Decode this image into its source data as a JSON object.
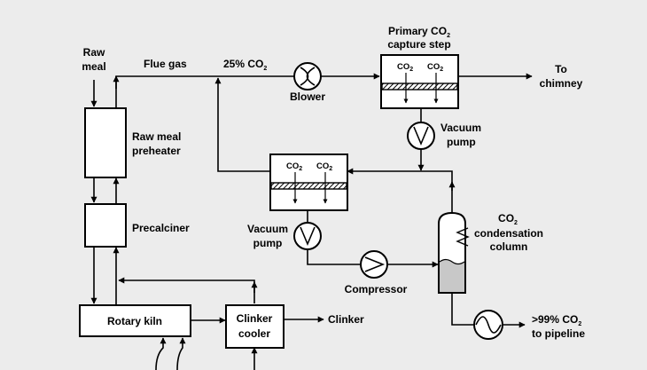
{
  "labels": {
    "raw_meal_1": "Raw",
    "raw_meal_2": "meal",
    "flue_gas": "Flue gas",
    "co2_25": "25% CO",
    "co2_25_sub": "2",
    "blower": "Blower",
    "primary_1": "Primary CO",
    "primary_1_sub": "2",
    "primary_2": "capture step",
    "to_chimney_1": "To",
    "to_chimney_2": "chimney",
    "vacuum_pump_top_1": "Vacuum",
    "vacuum_pump_top_2": "pump",
    "preheater_1": "Raw meal",
    "preheater_2": "preheater",
    "precalciner": "Precalciner",
    "vacuum_pump_mid_1": "Vacuum",
    "vacuum_pump_mid_2": "pump",
    "condensation_1": "CO",
    "condensation_1_sub": "2",
    "condensation_2": "condensation",
    "condensation_3": "column",
    "compressor": "Compressor",
    "rotary_kiln": "Rotary kiln",
    "clinker_cooler_1": "Clinker",
    "clinker_cooler_2": "cooler",
    "clinker": "Clinker",
    "pipeline_1": ">99% CO",
    "pipeline_1_sub": "2",
    "pipeline_2": "to pipeline",
    "membrane_co2": "CO",
    "membrane_co2_sub": "2"
  },
  "colors": {
    "background": "#ececec",
    "stroke": "#000000",
    "box_fill": "#ffffff",
    "liquid": "#c8c8c8"
  }
}
